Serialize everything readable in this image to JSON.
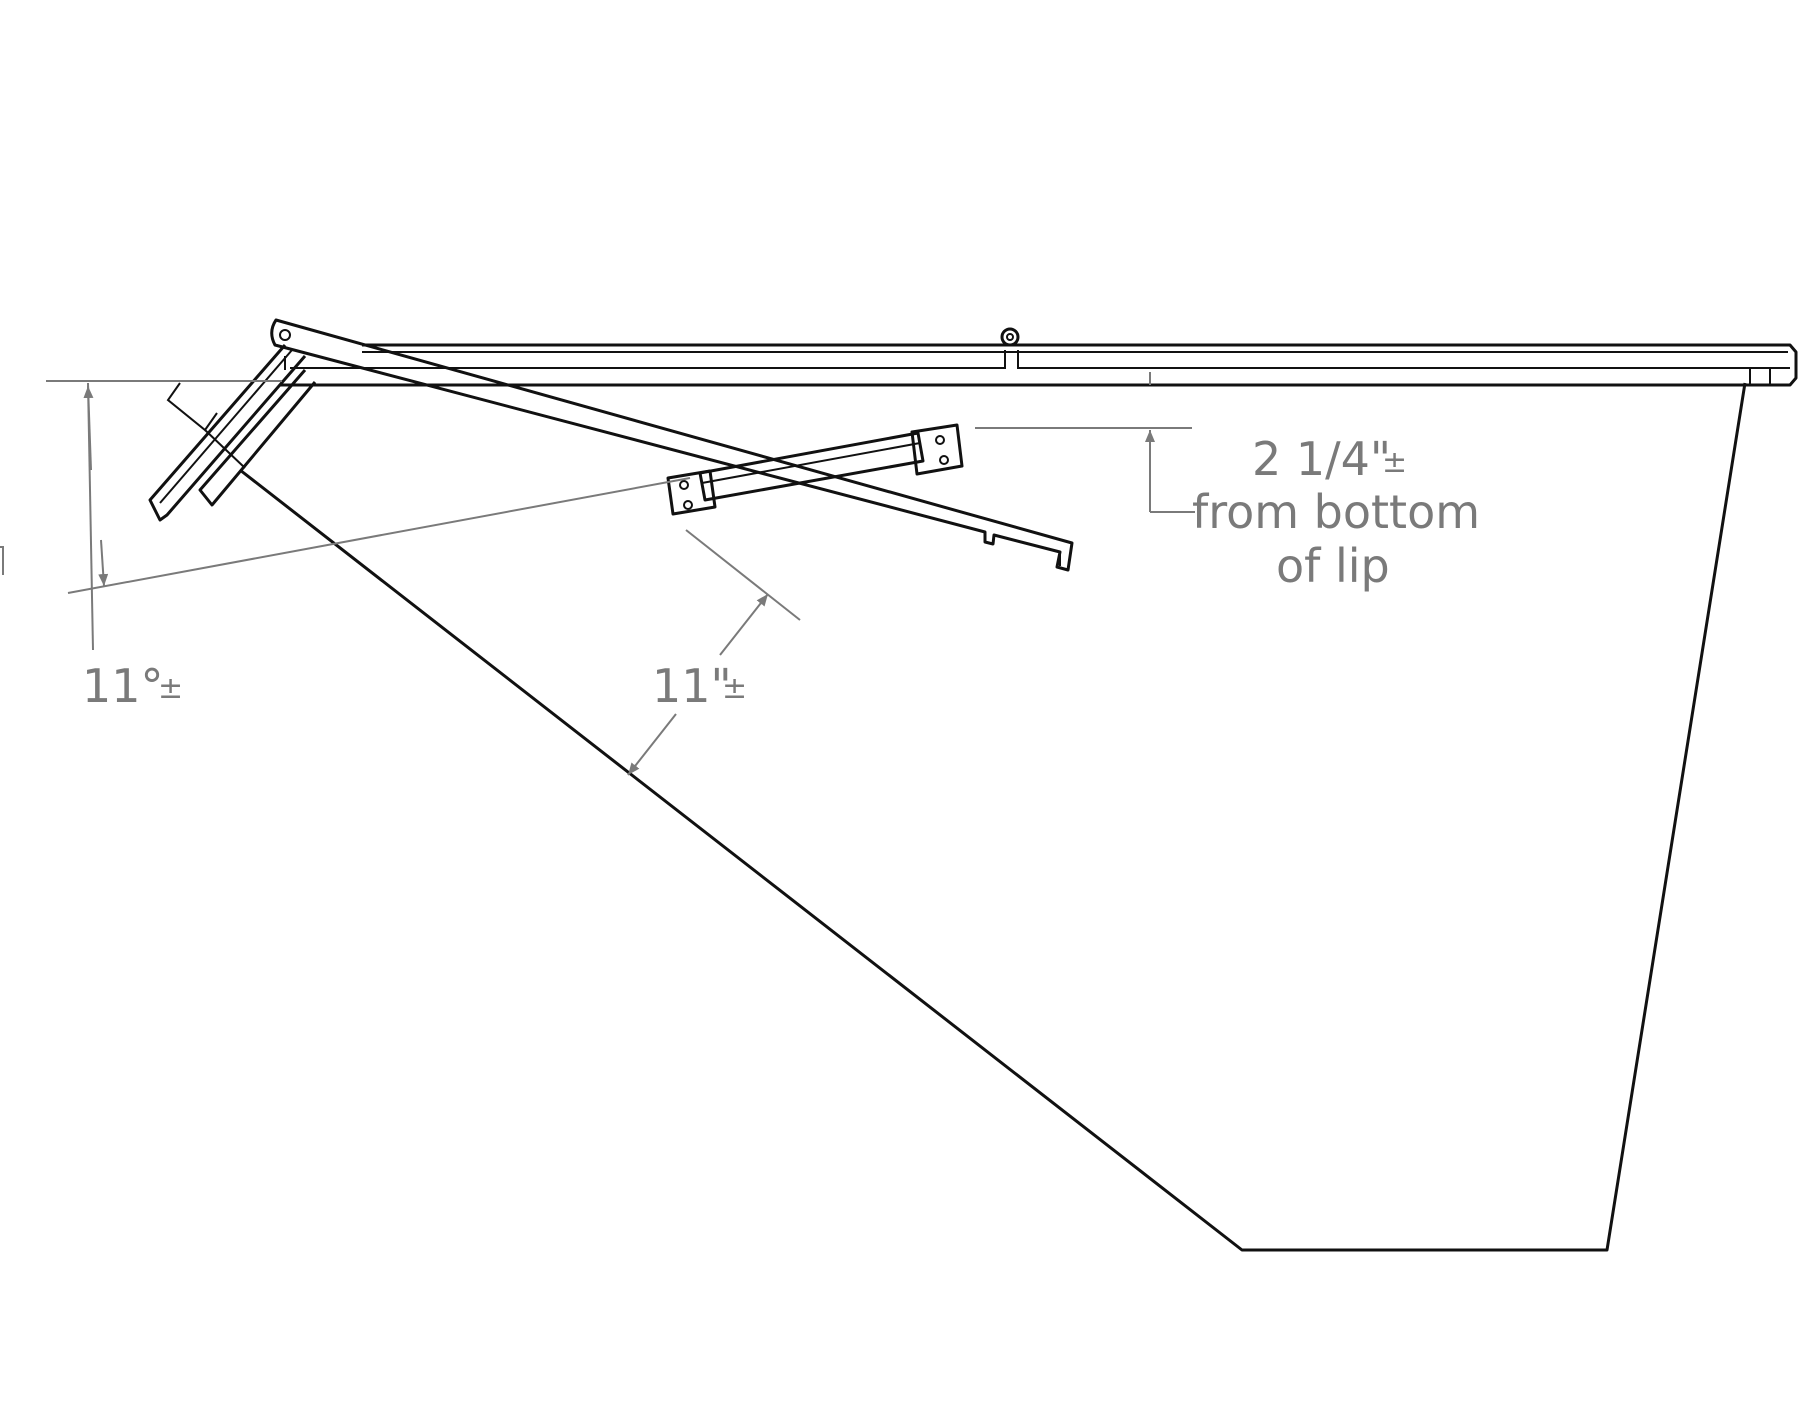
{
  "dimensions": {
    "lip_offset": {
      "value": "2 1/4\"",
      "tolerance": "±",
      "line2": "from bottom",
      "line3": "of lip"
    },
    "bracket_distance": {
      "value": "11\"",
      "tolerance": "±"
    },
    "angle": {
      "value": "11°",
      "tolerance": "±"
    }
  },
  "colors": {
    "part": "#111111",
    "dimension": "#7a7a7a"
  }
}
